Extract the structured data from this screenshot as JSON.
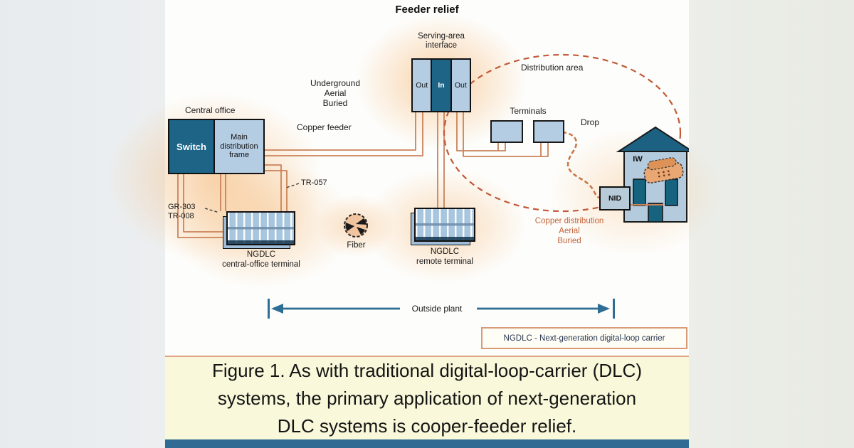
{
  "figure": {
    "title": "Feeder relief",
    "caption_lines": [
      "Figure 1. As with traditional digital-loop-carrier (DLC)",
      "systems, the primary application of next-generation",
      "DLC systems is cooper-feeder relief."
    ],
    "legend": "NGDLC - Next-generation digital-loop carrier"
  },
  "central_office": {
    "label": "Central office",
    "switch_label": "Switch",
    "mdf_label": "Main distribution frame"
  },
  "sai": {
    "label_line1": "Serving-area",
    "label_line2": "interface",
    "cells": [
      "Out",
      "In",
      "Out"
    ]
  },
  "labels": {
    "underground": [
      "Underground",
      "Aerial",
      "Buried"
    ],
    "copper_feeder": "Copper feeder",
    "distribution_area": "Distribution area",
    "terminals": "Terminals",
    "drop": "Drop",
    "nid": "NID",
    "iw": "IW",
    "copper_distribution": [
      "Copper distribution",
      "Aerial",
      "Buried"
    ],
    "outside_plant": "Outside plant",
    "fiber": "Fiber",
    "tr057": "TR-057",
    "gr303": "GR-303",
    "tr008": "TR-008"
  },
  "equipment": {
    "cot_line1": "NGDLC",
    "cot_line2": "central-office terminal",
    "rt_line1": "NGDLC",
    "rt_line2": "remote terminal"
  },
  "colors": {
    "teal": "#1d6487",
    "light_blue": "#b5cde3",
    "copper": "#c9825a",
    "accent_orange": "#c05a3a",
    "arrow_blue": "#2e6d94",
    "caption_bg": "#f9f8da"
  }
}
